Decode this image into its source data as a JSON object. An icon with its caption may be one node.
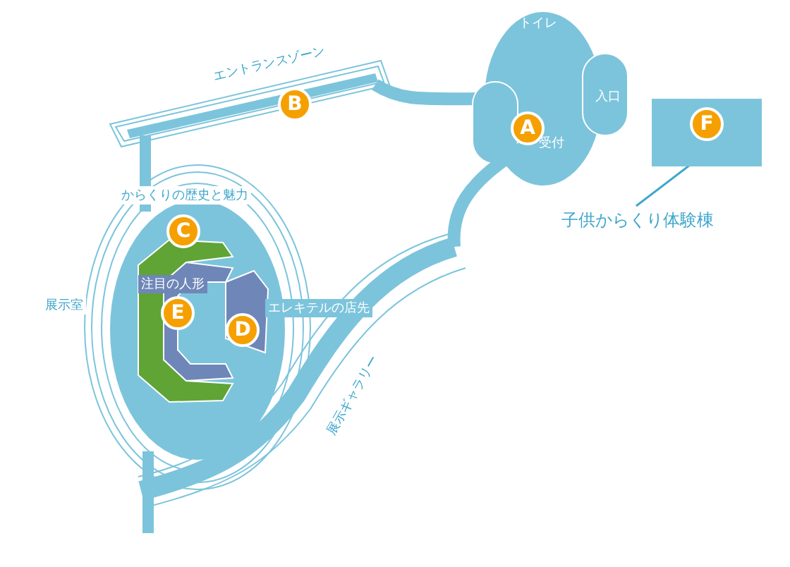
{
  "diagram": {
    "nodes": [
      {
        "text": [
          "A"
        ]
      },
      {
        "text": [
          "B"
        ]
      },
      {
        "text": [
          "C"
        ]
      },
      {
        "text": [
          "D"
        ]
      },
      {
        "text": [
          "E"
        ]
      },
      {
        "text": [
          "子供からくり体験棟"
        ]
      },
      {
        "text": [],
        "shape": "box"
      },
      {
        "text": [
          "F"
        ],
        "in": 6
      }
    ],
    "edges": [
      {
        "from": 5,
        "to": 6,
        "arrow": "none"
      }
    ],
    "labels": [
      "エントランスゾーン",
      "トイレ",
      "入口",
      "受付",
      "からくりの歴史と魅力",
      "展示室",
      "注目の人形",
      "エレキテルの店先",
      "展示ギャラリー"
    ]
  }
}
